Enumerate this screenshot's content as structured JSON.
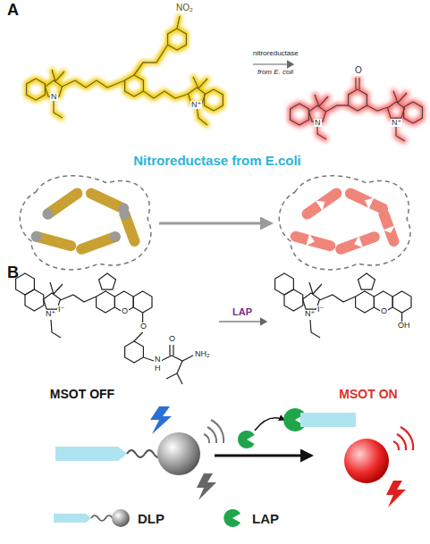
{
  "diagram": {
    "labels": [
      "A",
      "NO₂",
      "N",
      "N⁺",
      "nitroreductase",
      "from E. coli",
      "O",
      "N",
      "N⁺",
      "Nitroreductase from E.coli",
      "B",
      "N⁺",
      "I⁻",
      "O",
      "O",
      "N",
      "H",
      "O",
      "NH₂",
      "LAP",
      "N⁺",
      "I⁻",
      "O",
      "OH",
      "MSOT OFF",
      "MSOT ON"
    ],
    "legend": [
      {
        "text": "DLP"
      },
      {
        "text": "LAP",
        "color": "#1fa64a"
      }
    ]
  }
}
